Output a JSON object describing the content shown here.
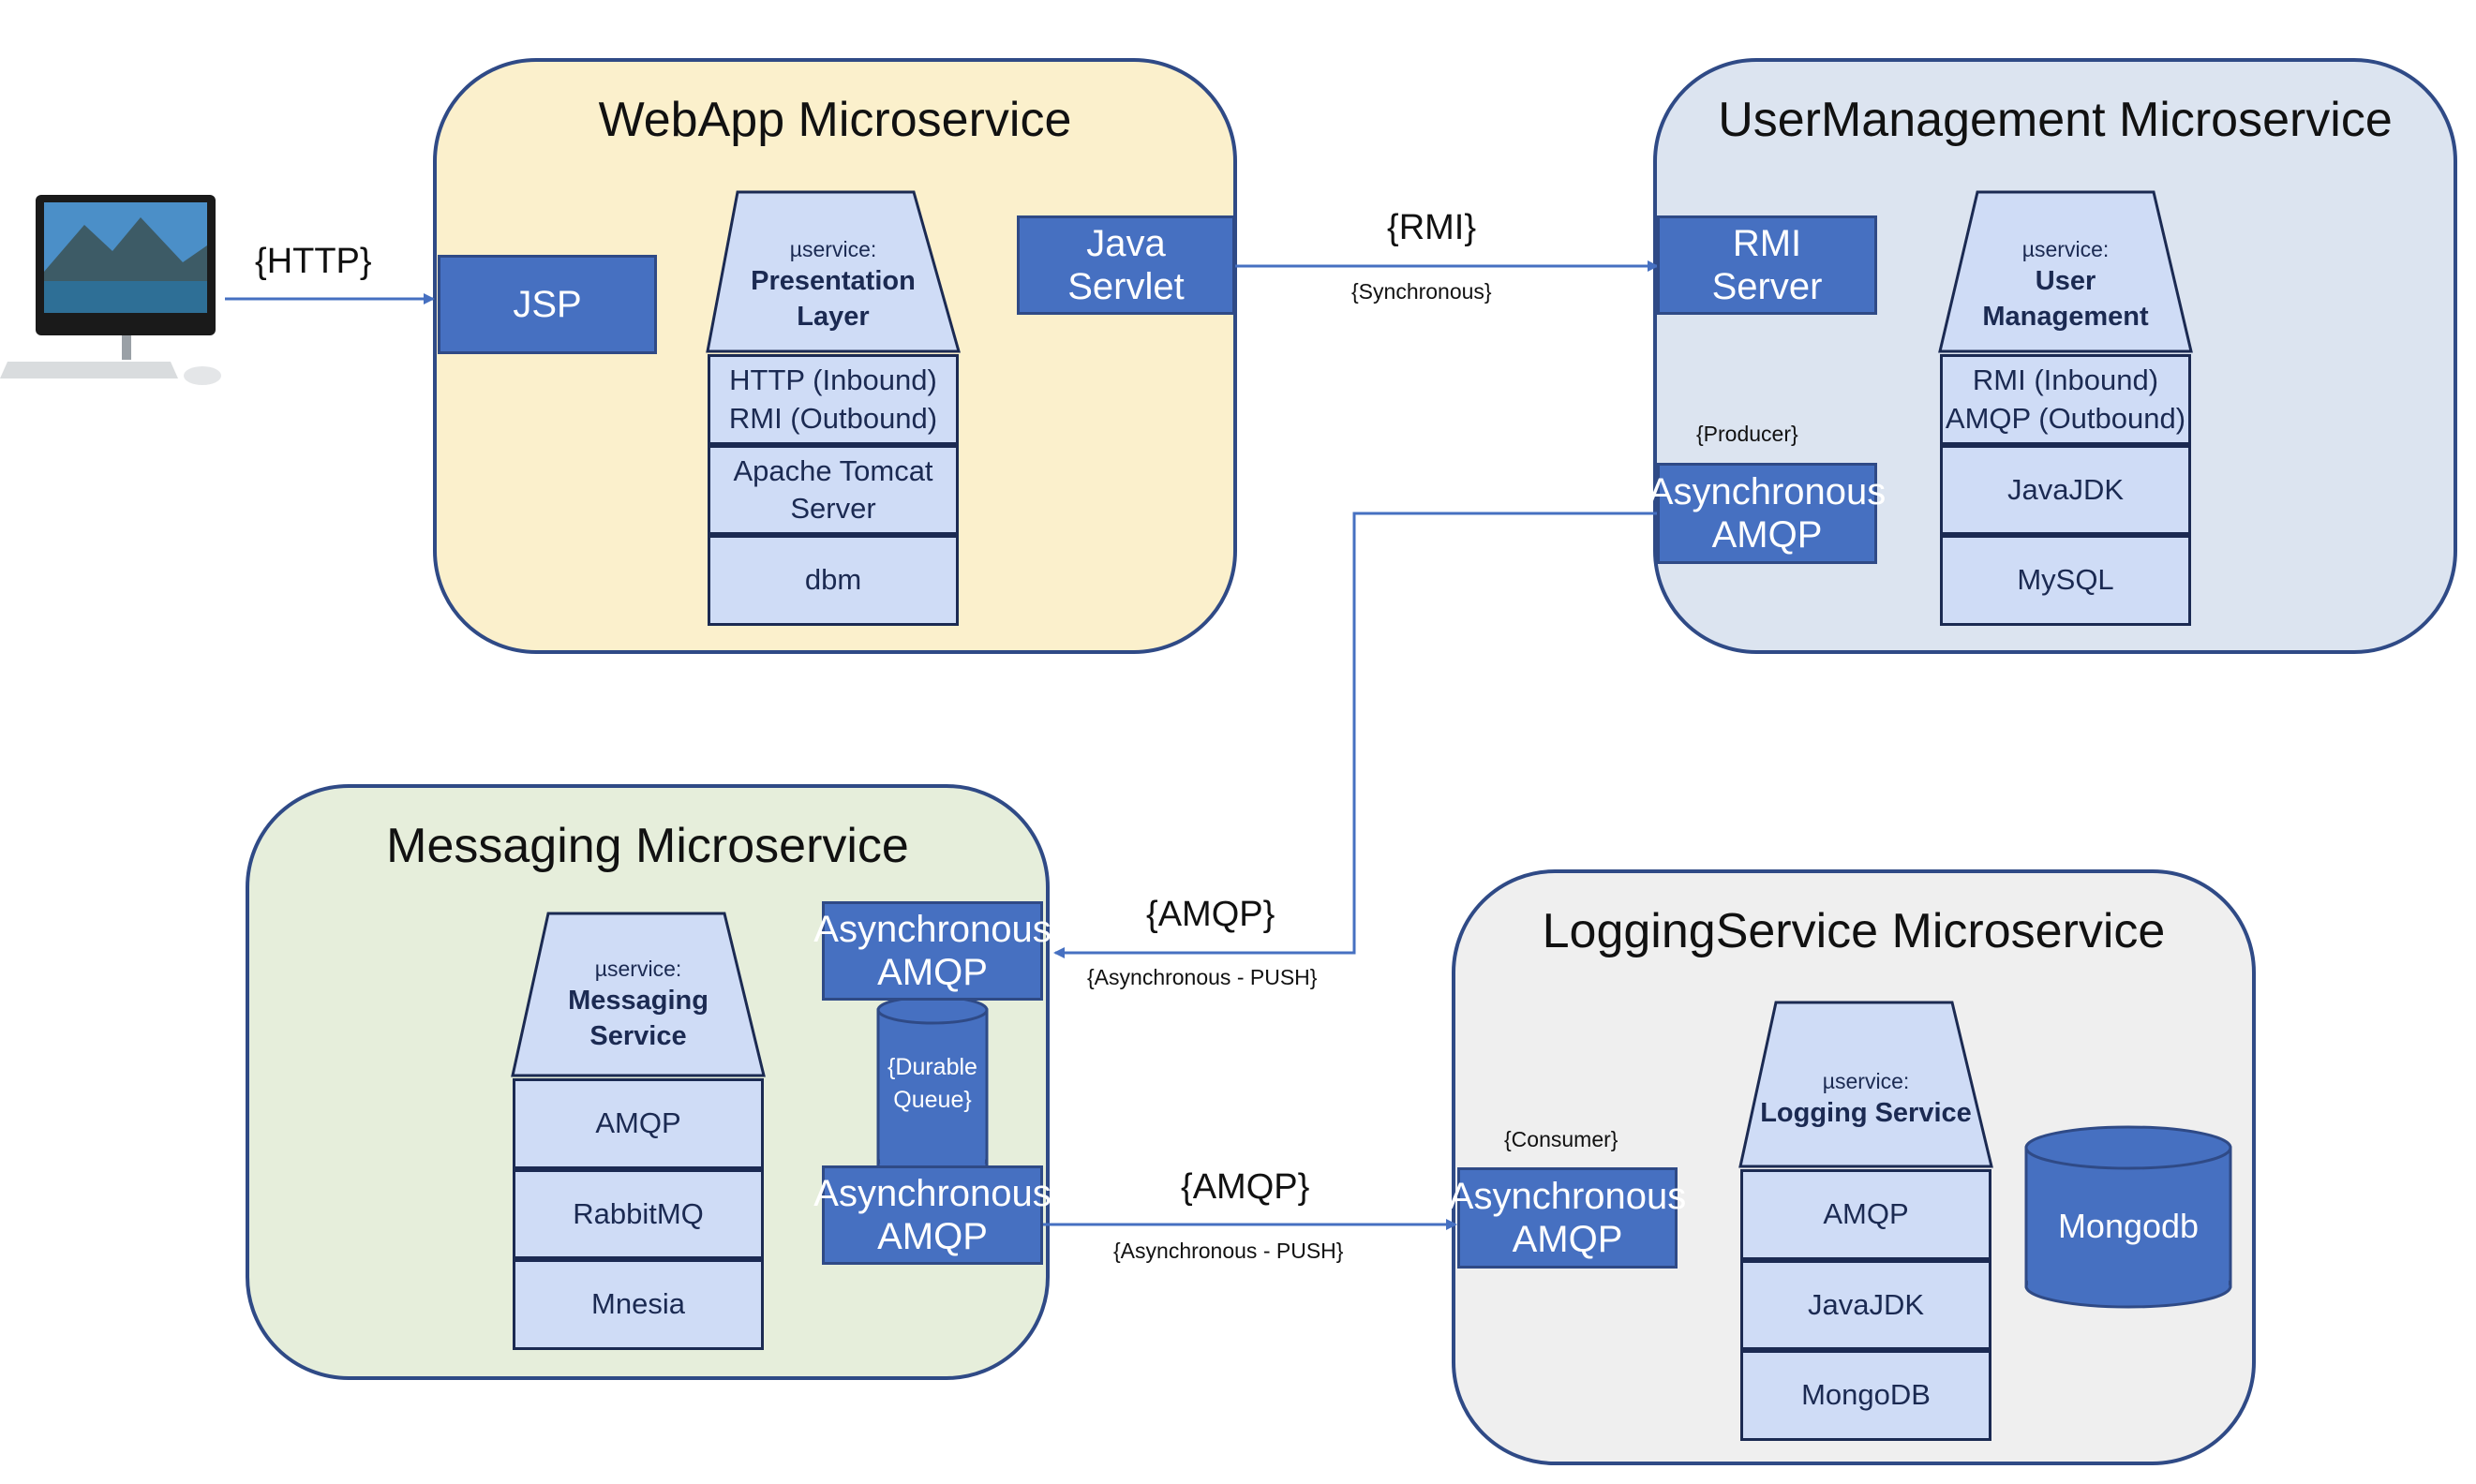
{
  "client": {
    "icon": "desktop-computer-icon"
  },
  "colors": {
    "component_fill": "#4670c1",
    "layer_fill": "#cfdcf6",
    "border": "#2f4a86"
  },
  "webapp": {
    "title": "WebApp Microservice",
    "jsp": "JSP",
    "servlet": [
      "Java",
      "Servlet"
    ],
    "stack": {
      "service_label": "µservice:",
      "service_name": [
        "Presentation",
        "Layer"
      ],
      "layers": [
        [
          "HTTP (Inbound)",
          "RMI (Outbound)"
        ],
        [
          "Apache Tomcat",
          "Server"
        ],
        [
          "dbm"
        ]
      ]
    }
  },
  "usermgmt": {
    "title": "UserManagement Microservice",
    "rmi_server": [
      "RMI",
      "Server"
    ],
    "producer_label": "{Producer}",
    "amqp": [
      "Asynchronous",
      "AMQP"
    ],
    "stack": {
      "service_label": "µservice:",
      "service_name": [
        "User",
        "Management"
      ],
      "layers": [
        [
          "RMI (Inbound)",
          "AMQP (Outbound)"
        ],
        [
          "JavaJDK"
        ],
        [
          "MySQL"
        ]
      ]
    }
  },
  "messaging": {
    "title": "Messaging Microservice",
    "amqp_in": [
      "Asynchronous",
      "AMQP"
    ],
    "queue": [
      "{Durable",
      "Queue}"
    ],
    "amqp_out": [
      "Asynchronous",
      "AMQP"
    ],
    "stack": {
      "service_label": "µservice:",
      "service_name": [
        "Messaging",
        "Service"
      ],
      "layers": [
        [
          "AMQP"
        ],
        [
          "RabbitMQ"
        ],
        [
          "Mnesia"
        ]
      ]
    }
  },
  "logging": {
    "title": "LoggingService Microservice",
    "consumer_label": "{Consumer}",
    "amqp": [
      "Asynchronous",
      "AMQP"
    ],
    "db": "Mongodb",
    "stack": {
      "service_label": "µservice:",
      "service_name": [
        "Logging Service"
      ],
      "layers": [
        [
          "AMQP"
        ],
        [
          "JavaJDK"
        ],
        [
          "MongoDB"
        ]
      ]
    }
  },
  "edges": {
    "http": "{HTTP}",
    "rmi": "{RMI}",
    "rmi_sub": "{Synchronous}",
    "amqp1": "{AMQP}",
    "amqp1_sub": "{Asynchronous - PUSH}",
    "amqp2": "{AMQP}",
    "amqp2_sub": "{Asynchronous - PUSH}"
  }
}
